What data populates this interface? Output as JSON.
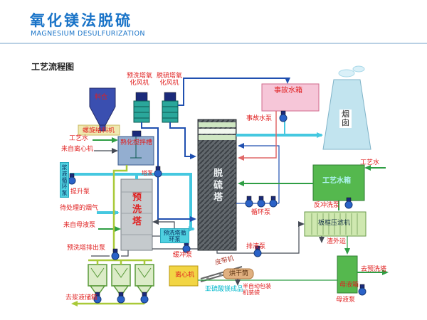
{
  "header": {
    "title": "氧化镁法脱硫",
    "subtitle": "MAGNESIUM DESULFURIZATION"
  },
  "diagram": {
    "title": "工艺流程图",
    "equipment": {
      "silo": "料仓",
      "prewash_fan": "预洗塔氧化风机",
      "desulf_fan": "脱硫塔氧化风机",
      "emergency_tank": "事故水箱",
      "emergency_pump": "事故水泵",
      "chimney": "烟囱",
      "screw_feeder": "螺旋给料机",
      "process_water_left": "工艺水",
      "from_centrifuge": "来自离心机",
      "slaking_tank": "熟化搅拌槽",
      "tower_pump": "塔泵",
      "slurry_circ_pump": "浆液循环泵",
      "lift_pump": "提升泵",
      "prewash_tower": "预洗塔",
      "desulf_tower": "脱硫塔",
      "raw_flue_gas": "待处理的烟气",
      "from_mother_pump": "来自母液泵",
      "prewash_discharge_pump": "预洗塔排出泵",
      "prewash_circ_pump": "预洗塔循环泵",
      "buffer_pump": "缓冲泵",
      "circulation_pump": "循环泵",
      "drain_pump": "排液泵",
      "backwash_pump": "反冲洗泵",
      "process_water_tank": "工艺水箱",
      "process_water_right": "工艺水",
      "filter_press": "板框压滤机",
      "slag_out": "渣外运",
      "centrifuge": "离心机",
      "belt_conveyor": "皮带机",
      "dryer": "烘干筒",
      "product": "亚硫酸镁成品",
      "packing_machine": "半自动包装机装袋",
      "mother_tank": "母液箱",
      "mother_pump": "母液泵",
      "to_prewash": "去预洗塔",
      "to_slurry_tank": "去浆液储箱"
    }
  },
  "colors": {
    "title_blue": "#1a74c8",
    "label_red": "#e02020",
    "pipe_cyan": "#45c8e0",
    "pipe_blue": "#2050b0",
    "pipe_green": "#2f9e44",
    "pipe_lime": "#a9c938",
    "tank_pink": "#f6c6d8",
    "tank_green": "#55b84e",
    "tower_gray": "#c5cacd",
    "silo_blue": "#3a4fb0",
    "fan_teal": "#2aa79b",
    "chimney_blue": "#c2e4ef",
    "centrifuge_yellow": "#f2d544",
    "dryer_tan": "#e0b080",
    "cyan_box": "#4fd0e0",
    "product_cyan": "#00b8cc"
  }
}
